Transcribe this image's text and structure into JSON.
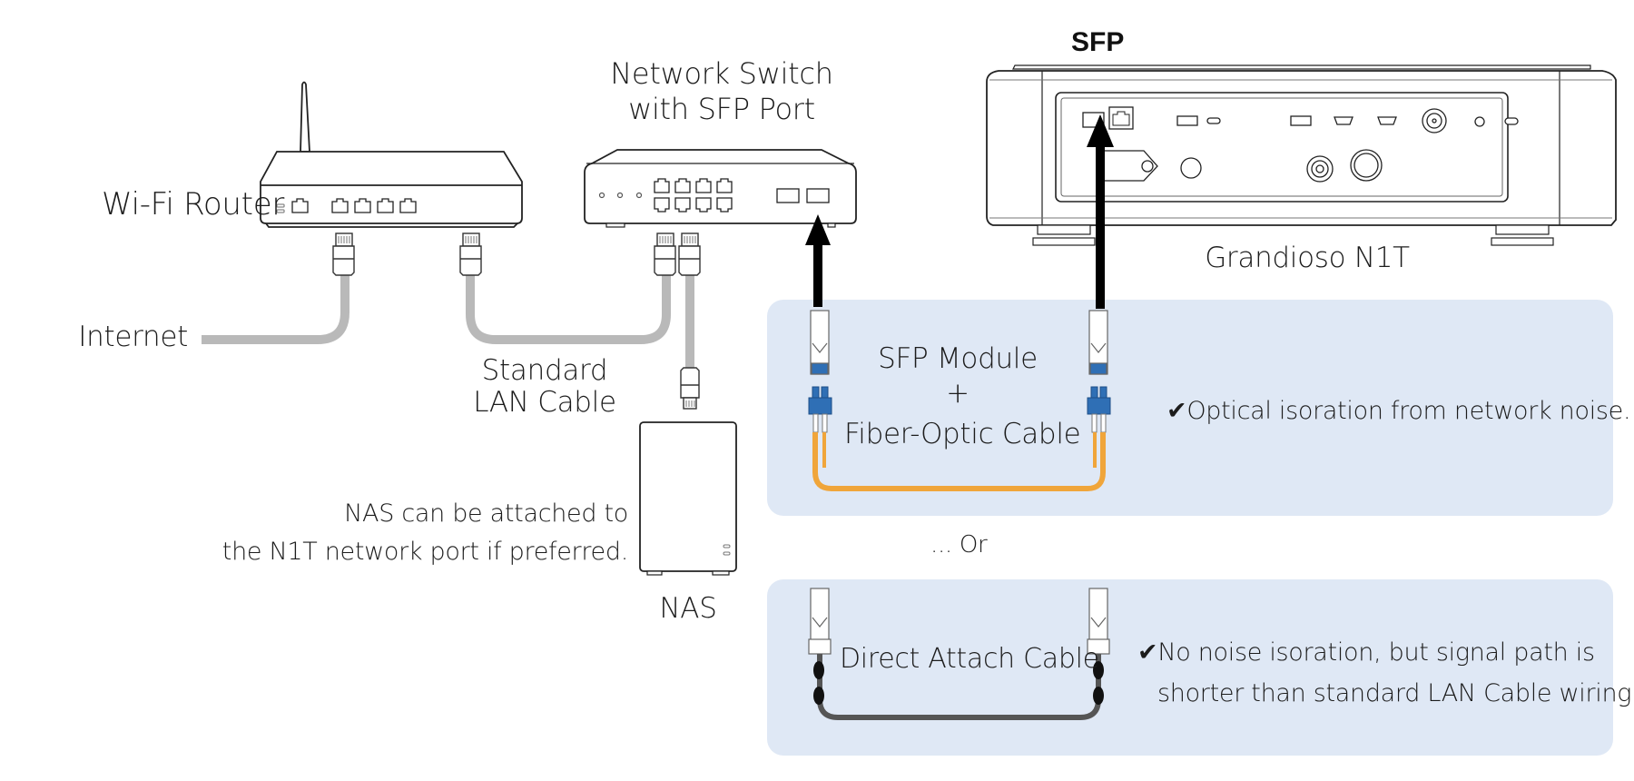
{
  "devices": {
    "router": {
      "label": "Wi-Fi Router"
    },
    "switch": {
      "label_line1": "Network Switch",
      "label_line2": "with SFP Port"
    },
    "player": {
      "label": "Grandioso N1T",
      "port_callout": "SFP"
    },
    "nas": {
      "label": "NAS"
    }
  },
  "cables": {
    "internet_label": "Internet",
    "lan_label_line1": "Standard",
    "lan_label_line2": "LAN Cable"
  },
  "notes": {
    "nas_line1": "NAS can be attached to",
    "nas_line2": "the N1T network port if preferred."
  },
  "options": {
    "separator": "... Or",
    "fiber": {
      "title_line1": "SFP Module",
      "title_plus": "+",
      "title_line2": "Fiber-Optic Cable",
      "check_icon": "✔",
      "benefit": "Optical isoration from network noise."
    },
    "dac": {
      "title": "Direct Attach Cable",
      "check_icon": "✔",
      "benefit_line1": "No noise isoration, but signal path is",
      "benefit_line2": "shorter than standard LAN Cable wiring."
    }
  },
  "colors": {
    "panel_bg": "#dfe8f5",
    "lan_cable": "#b9b9b9",
    "fiber_cable": "#f0a53a",
    "fiber_connector": "#2f6fb5",
    "dac_cable": "#555555",
    "arrow": "#000000"
  }
}
